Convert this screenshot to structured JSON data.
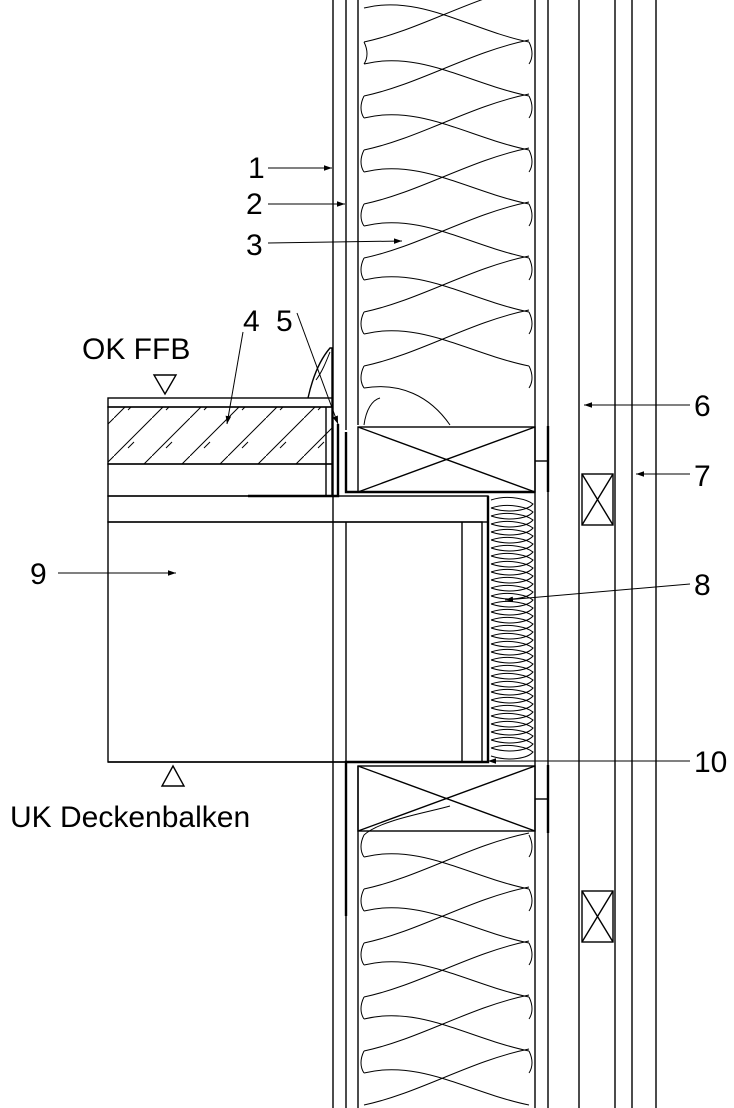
{
  "labels": {
    "l1": "1",
    "l2": "2",
    "l3": "3",
    "l4": "4",
    "l5": "5",
    "l6": "6",
    "l7": "7",
    "l8": "8",
    "l9": "9",
    "l10": "10",
    "ok_ffb": "OK FFB",
    "uk_deckenbalken": "UK Deckenbalken"
  }
}
